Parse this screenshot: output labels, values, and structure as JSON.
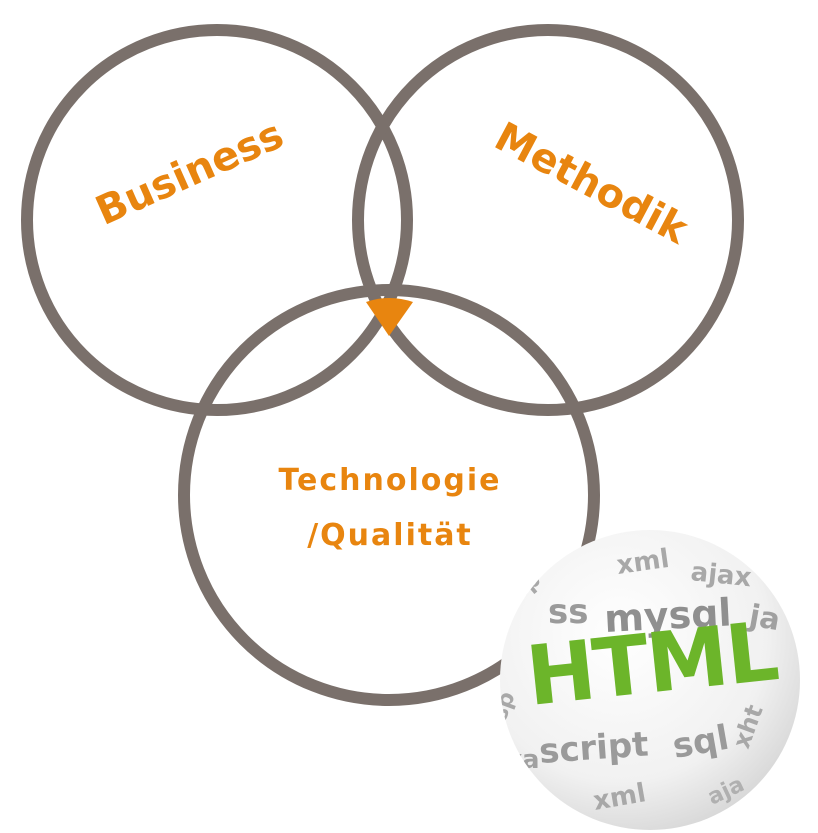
{
  "diagram": {
    "labels": {
      "business": "Business",
      "methodik": "Methodik",
      "technologie_line1": "Technologie",
      "technologie_line2": "/Qualität"
    },
    "colors": {
      "circle_stroke": "#7a706b",
      "accent": "#e8850f",
      "sphere_main": "#6cb52a",
      "sphere_words": "#9a9a9a"
    }
  },
  "sphere": {
    "main_word": "HTML",
    "words": [
      "xml",
      "ajax",
      "ss",
      "mysql",
      "ja",
      "script",
      "sql",
      "xht",
      "xml",
      "aja",
      "sp",
      "sp",
      "sho",
      "va"
    ]
  }
}
